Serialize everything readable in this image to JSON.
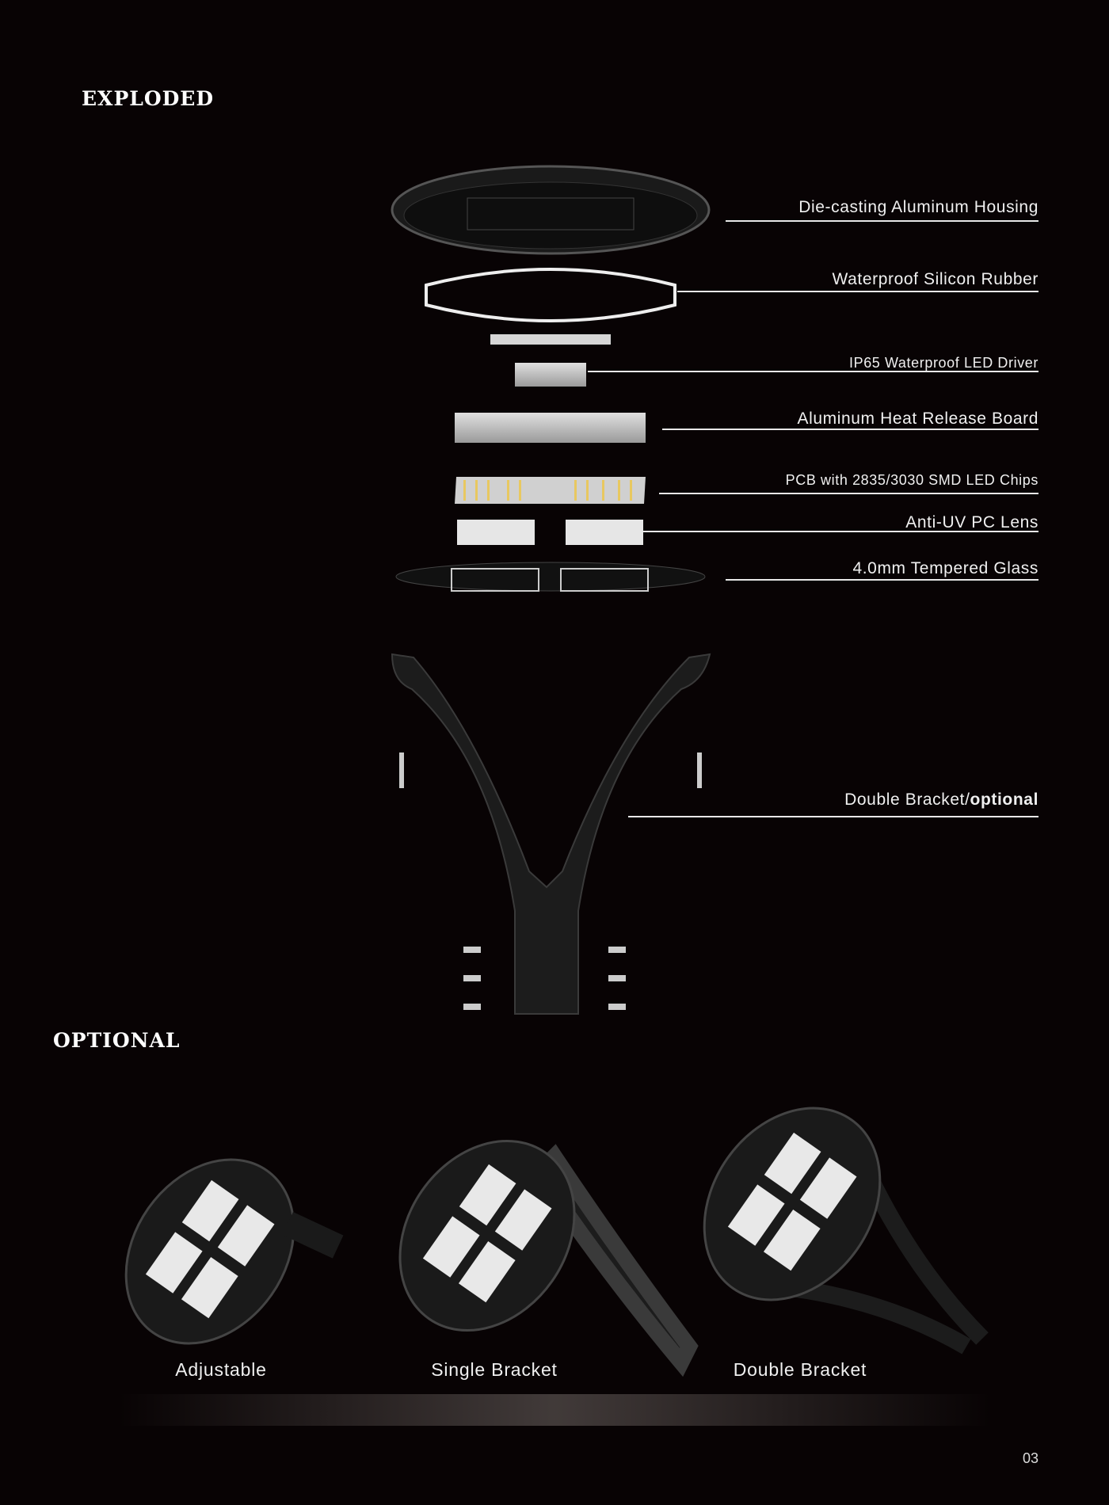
{
  "headings": {
    "exploded": "EXPLODED",
    "optional": "OPTIONAL"
  },
  "components": [
    {
      "label": "Die-casting Aluminum Housing"
    },
    {
      "label": "Waterproof Silicon Rubber"
    },
    {
      "label": "IP65 Waterproof LED Driver"
    },
    {
      "label": "Aluminum Heat Release Board"
    },
    {
      "label": "PCB with 2835/3030 SMD LED Chips"
    },
    {
      "label": "Anti-UV PC Lens"
    },
    {
      "label": "4.0mm Tempered Glass"
    },
    {
      "label": "Double Bracket/",
      "label_bold": "optional"
    }
  ],
  "options": [
    {
      "caption": "Adjustable"
    },
    {
      "caption": "Single Bracket"
    },
    {
      "caption": "Double Bracket"
    }
  ],
  "page_number": "03"
}
